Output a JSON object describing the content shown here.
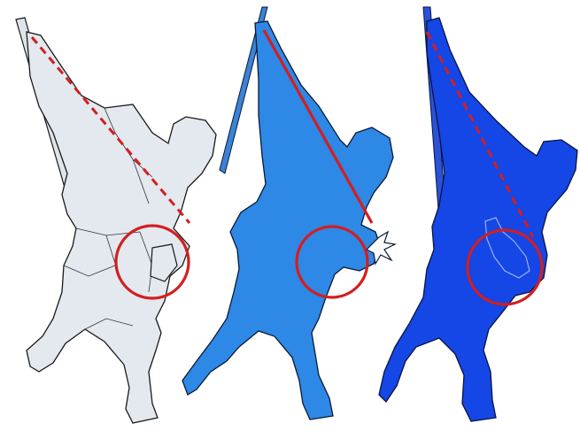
{
  "figures": [
    {
      "id": "figure-1",
      "fill": "#e4e8ef",
      "stroke": "#1a1a1a",
      "pole": "#dfe3ea",
      "line_style": "dashed",
      "marker": "none"
    },
    {
      "id": "figure-2",
      "fill": "#2e88e6",
      "stroke": "#0b1a33",
      "pole": "#3a83d6",
      "line_style": "solid",
      "marker": "impact-star"
    },
    {
      "id": "figure-3",
      "fill": "#1546e6",
      "stroke": "#0a1440",
      "pole": "#2a52d8",
      "line_style": "dashed",
      "marker": "none"
    }
  ],
  "colors": {
    "reference_line": "#d21f1f",
    "circle": "#d21f1f",
    "background": "#ffffff"
  }
}
